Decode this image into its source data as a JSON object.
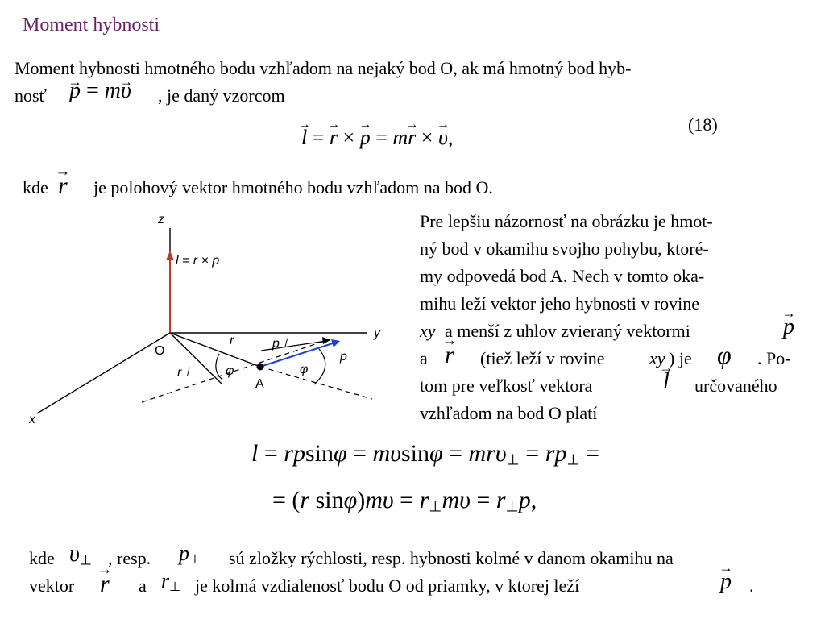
{
  "title": "Moment hybnosti",
  "intro": {
    "line1": "Moment hybnosti hmotného bodu vzhľadom na nejaký bod O, ak má hmotný bod hyb-",
    "line2_start": "nosť",
    "line2_end": ", je daný vzorcom"
  },
  "equation_number": "(18)",
  "where_r": {
    "prefix": "kde",
    "text": "je polohový vektor hmotného bodu vzhľadom na bod O."
  },
  "diagram": {
    "axis_z": "z",
    "axis_y": "y",
    "axis_x": "x",
    "origin": "O",
    "point": "A",
    "label_l": "l = r × p",
    "label_r": "r",
    "label_p": "p",
    "label_p_perp": "p⊥",
    "label_r_perp": "r⊥",
    "label_phi": "φ",
    "colors": {
      "l_vector": "#c0392b",
      "p_vector": "#1f3fd1",
      "ink": "#000000"
    }
  },
  "explanation": {
    "l1": "Pre lepšiu názornosť na obrázku je hmot-",
    "l2": "ný bod v okamihu svojho pohybu, ktoré-",
    "l3": "my odpovedá bod A. Nech v tomto oka-",
    "l4": "mihu leží vektor jeho hybnosti v rovine",
    "l5_italic": "xy",
    "l5_rest": "a menší z uhlov zvieraný vektormi",
    "l6_a": "a",
    "l6_mid": "(tiež leží v rovine",
    "l6_xy": "xy",
    "l6_je": ") je",
    "l6_end": ". Po-",
    "l7_start": "tom pre veľkosť vektora",
    "l7_end": "určovaného",
    "l8": "vzhľadom na bod O platí"
  },
  "bottom": {
    "prefix": "kde",
    "resp": ", resp.",
    "text1": "sú zložky rýchlosti, resp. hybnosti kolmé v danom okamihu na",
    "vektor": "vektor",
    "a": "a",
    "text2": "je kolmá vzdialenosť bodu O od priamky, v ktorej leží",
    "period": "."
  }
}
